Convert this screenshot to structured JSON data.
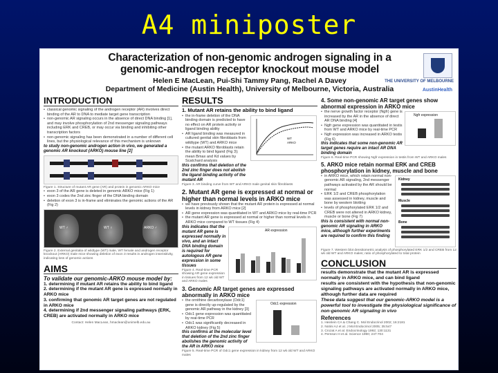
{
  "slide": {
    "title": "A4 miniposter"
  },
  "poster": {
    "title": "Characterization of non-genomic androgen signaling in a genomic-androgen receptor knockout mouse model",
    "authors": "Helen E MacLean, Pui-Shi Tammy Pang, Rachel A Davey",
    "affiliation": "Department of Medicine (Austin Health), University of Melbourne, Victoria, Australia",
    "logo_text": "THE UNIVERSITY OF MELBOURNE",
    "austin_text": "AustinHealth"
  },
  "intro": {
    "heading": "INTRODUCTION",
    "bullets": [
      "classical genomic signaling of the androgen receptor (AR) involves direct binding of the AR to DNA to mediate target gene transcription",
      "non-genomic AR signaling occurs in the absence of direct DNA binding [1], and may involve phosphorylation of 2nd messenger signaling pathways including ERK and CREB, or may occur via binding and inhibiting other transcription factors",
      "non-genomic signaling has been demonstrated in a number of different cell lines, but the physiological relevance of this mechanism is unknown"
    ],
    "aim_statement": "to study non-genomic androgen action in vivo, we generated a genomic AR knockout (ARKO) mouse line [2]",
    "fig1_caption": "Figure 1. Structure of mutant AR gene (AR) and protein in genomic ARKO mice",
    "bullets2": [
      "exon 3 of the AR gene is deleted in genomic ARKO mice (Fig 1)",
      "exon 3 codes the 2nd zinc finger of the DNA binding domain",
      "deletion of exon 3 is in-frame and eliminates the genomic actions of the AR (Fig 2)"
    ],
    "fig2_caption": "Figure 2. External genitalia of wildtype (WT) male, WT female and androgen receptor knockout (ARKO) male mice showing deletion of exon 3 results in androgen insensitivity, indicating loss of genomic actions",
    "mice_labels": [
      "WT ♂",
      "WT ♀",
      "ARKO ♂"
    ]
  },
  "aims": {
    "heading": "AIMS",
    "question": "To validate our genomic-ARKO mouse model by:",
    "items": [
      "1. determining if mutant AR retains the ability to bind ligand",
      "2. determining if the mutant AR gene is expressed normally in ARKO mice",
      "3. confirming that genomic AR target genes are not regulated in ARKO mice",
      "4. determining if 2nd messenger signaling pathways (ERK, CREB) are activated normally in ARKO mice"
    ],
    "contact": "Contact: Helen MacLean, hmaclean@unimelb.edu.au"
  },
  "results": {
    "heading": "RESULTS",
    "r1_title": "1. Mutant AR retains the ability to bind ligand",
    "r1_bullets": [
      "the in-frame deletion of the DNA binding domain is predicted to have no effect on AR protein activity or ligand binding ability",
      "AR ligand binding was measured in cultured genital skin fibroblasts from wildtype (WT) and ARKO mice",
      "the mutant ARKO fibroblasts retain the ability to bind ligand (Fig 3); mean Bmax and Kd values by Scatchard analysis"
    ],
    "r1_conclusion": "this confirms that deletion of the 2nd zinc finger does not abolish the ligand binding activity of the mutant AR",
    "fig3_caption": "Figure 3. AR binding curve from WT and ARKO male genital skin fibroblasts",
    "fig3_legend": [
      "WT",
      "ARKO"
    ],
    "r2_title": "2. Mutant AR gene is expressed at normal or higher than normal levels in ARKO mice",
    "r2_bullets": [
      "we have previously shown that the mutant AR protein is expressed at normal levels in kidney from ARKO mice [2]",
      "AR gene expression was quantitated in WT and ARKO mice by real-time PCR",
      "the mutant AR gene is expressed at normal or higher than normal levels in ARKO mice compared to WT tissues (Fig 4)"
    ],
    "r2_conclusion": "this indicates that the mutant AR gene is expressed normally in vivo, and an intact DNA binding domain is required for autologous AR gene expression in some tissues",
    "fig4_label": "AR expression",
    "fig4_caption": "Figure 4. Real-time PCR showing AR gene expression in tissues from 12 wk old WT and ARKO males",
    "r3_title": "3. Genomic AR target genes are expressed abnormally in ARKO mice",
    "r3_bullets": [
      "the ornithine decarboxylase (Odc1) gene is directly up-regulated by the genomic AR pathway in the kidney [3]",
      "Odc1 gene expression was quantitated by real-time PCR",
      "Odc1 was significantly decreased in ARKO kidney (Fig 5)"
    ],
    "r3_conclusion": "this confirms at the molecular level that deletion of the 2nd zinc finger abolishes the genomic activity of the AR in ARKO mice",
    "fig5_label": "Odc1 expression",
    "fig5_caption": "Figure 5. Real-time PCR of Odc1 gene expression in kidney from 12 wk old WT and ARKO males"
  },
  "right": {
    "r4_title": "4. Some non-genomic AR target genes show abnormal expression in ARKO mice",
    "r4_bullets": [
      "the nerve growth factor receptor (Ngfr) gene is increased by the AR in the absence of direct AR DNA binding [4]",
      "Ngfr gene expression was quantitated in testis from WT and ARKO mice by real-time PCR",
      "Ngfr expression was increased in ARKO testis (Fig 6)"
    ],
    "r4_conclusion": "this indicates that some non-genomic AR target genes require an intact AR DNA binding domain",
    "fig6_label": "Ngfr expression",
    "fig6_caption": "Figure 6. Real-time PCR showing Ngfr expression in testis from WT and ARKO males",
    "r5_title": "5. ARKO mice retain normal ERK and CREB phosphorylation in kidney, muscle and bone",
    "r5_bullets": [
      "in ARKO mice, which retain normal non-genomic AR signaling, 2nd messenger pathways activated by the AR should be normal",
      "ERK 1/2 and CREB phosphorylation was assessed in kidney, muscle and bone by western blotting",
      "levels of phosphorylated ERK 1/2 and CREB were not altered in ARKO kidney, muscle or bone (Fig 7)"
    ],
    "r5_conclusion": "this is consistent with normal non-genomic AR signaling in ARKO mice, although further experiments are required to confirm this finding",
    "fig7_caption": "Figure 7. Western blot densitometric analysis of phosphorylated ERK 1/2 and CREB from 12 wk old WT and ARKO males; ratio of phosphorylated to total protein",
    "blot_labels": [
      "Kidney",
      "Muscle",
      "Bone"
    ]
  },
  "conclusion": {
    "heading": "CONCLUSION",
    "bullets": [
      "results demonstrate that the mutant AR is expressed normally in ARKO mice, and can bind ligand",
      "results are consistent with the hypothesis that non-genomic signaling pathways are activated normally in ARKO mice, although further data are required"
    ],
    "statement": "These data suggest that our genomic-ARKO model is a powerful tool to investigate the physiological significance of non-genomic AR signaling in vivo",
    "refs_heading": "References",
    "refs": [
      "1. Heinlein CA & Chang C. Mol Endocrinol 2002; 16:2181",
      "2. Notini AJ et al. J Mol Endocrinol 2005; 35:547",
      "3. Crozat A et al. Endocrinology 1992; 130:1131",
      "4. Persson H et al. Science 1990; 247:704"
    ]
  }
}
